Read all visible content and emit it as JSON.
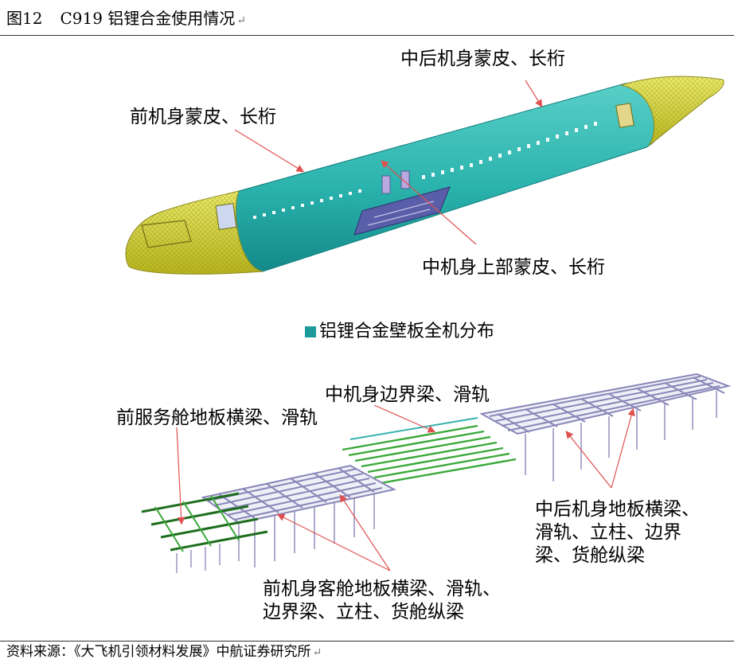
{
  "caption": {
    "number": "图12",
    "title": "C919 铝锂合金使用情况",
    "mark": "↵"
  },
  "fuselage_labels": {
    "mid_rear": "中后机身蒙皮、长桁",
    "front": "前机身蒙皮、长桁",
    "mid_upper": "中机身上部蒙皮、长桁"
  },
  "legend": {
    "text": "铝锂合金壁板全机分布",
    "color": "#1f9a9a"
  },
  "floor_labels": {
    "mid_boundary": "中机身边界梁、滑轨",
    "front_service": "前服务舱地板横梁、滑轨",
    "mid_rear_line1": "中后机身地板横梁、",
    "mid_rear_line2": "滑轨、立柱、边界",
    "mid_rear_line3": "梁、货舱纵梁",
    "front_cabin_line1": "前机身客舱地板横梁、滑轨、",
    "front_cabin_line2": "边界梁、立柱、货舱纵梁"
  },
  "colors": {
    "teal": "#2bb3ad",
    "yellow": "#d8d632",
    "grid": "#8a86b8",
    "green": "#3aa83a",
    "arrow": "#e05050"
  },
  "source": {
    "text": "资料来源：《大飞机引领材料发展》中航证券研究所",
    "mark": "↵"
  }
}
